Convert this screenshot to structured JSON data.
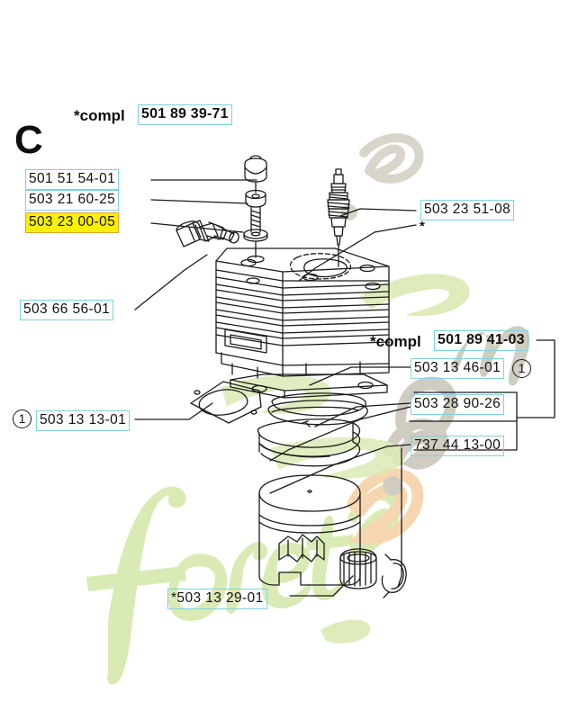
{
  "diagram": {
    "section_letter": "C",
    "background_color": "#ffffff",
    "box_border_color": "#7ed3de",
    "highlight_fill_color": "#fbf000",
    "highlight_border_color": "#e8a33a",
    "line_color": "#1a1a1a",
    "watermark_text": "foretech.com",
    "watermark_green": "#d8e9b0",
    "watermark_gray": "#cfcabe",
    "watermark_orange": "#f6d4ac"
  },
  "header": {
    "compl_prefix": "*compl",
    "compl_part": "501 89 39-71"
  },
  "assembly_group": {
    "compl_prefix": "*compl",
    "compl_part": "501 89 41-03"
  },
  "labels": {
    "knob": "501 51 54-01",
    "bolt": "503 21 60-25",
    "washer": "503 23 00-05",
    "decompression_valve": "503 66 56-01",
    "spark_plug": "503 23 51-08",
    "exhaust_gasket": "503 13 13-01",
    "cylinder_gasket": "503 13 46-01",
    "piston_rings": "503 28 90-26",
    "circlip": "737 44 13-00",
    "needle_bearing": "*503 13 29-01"
  },
  "markers": {
    "ref_one": "1",
    "asterisk": "*"
  }
}
